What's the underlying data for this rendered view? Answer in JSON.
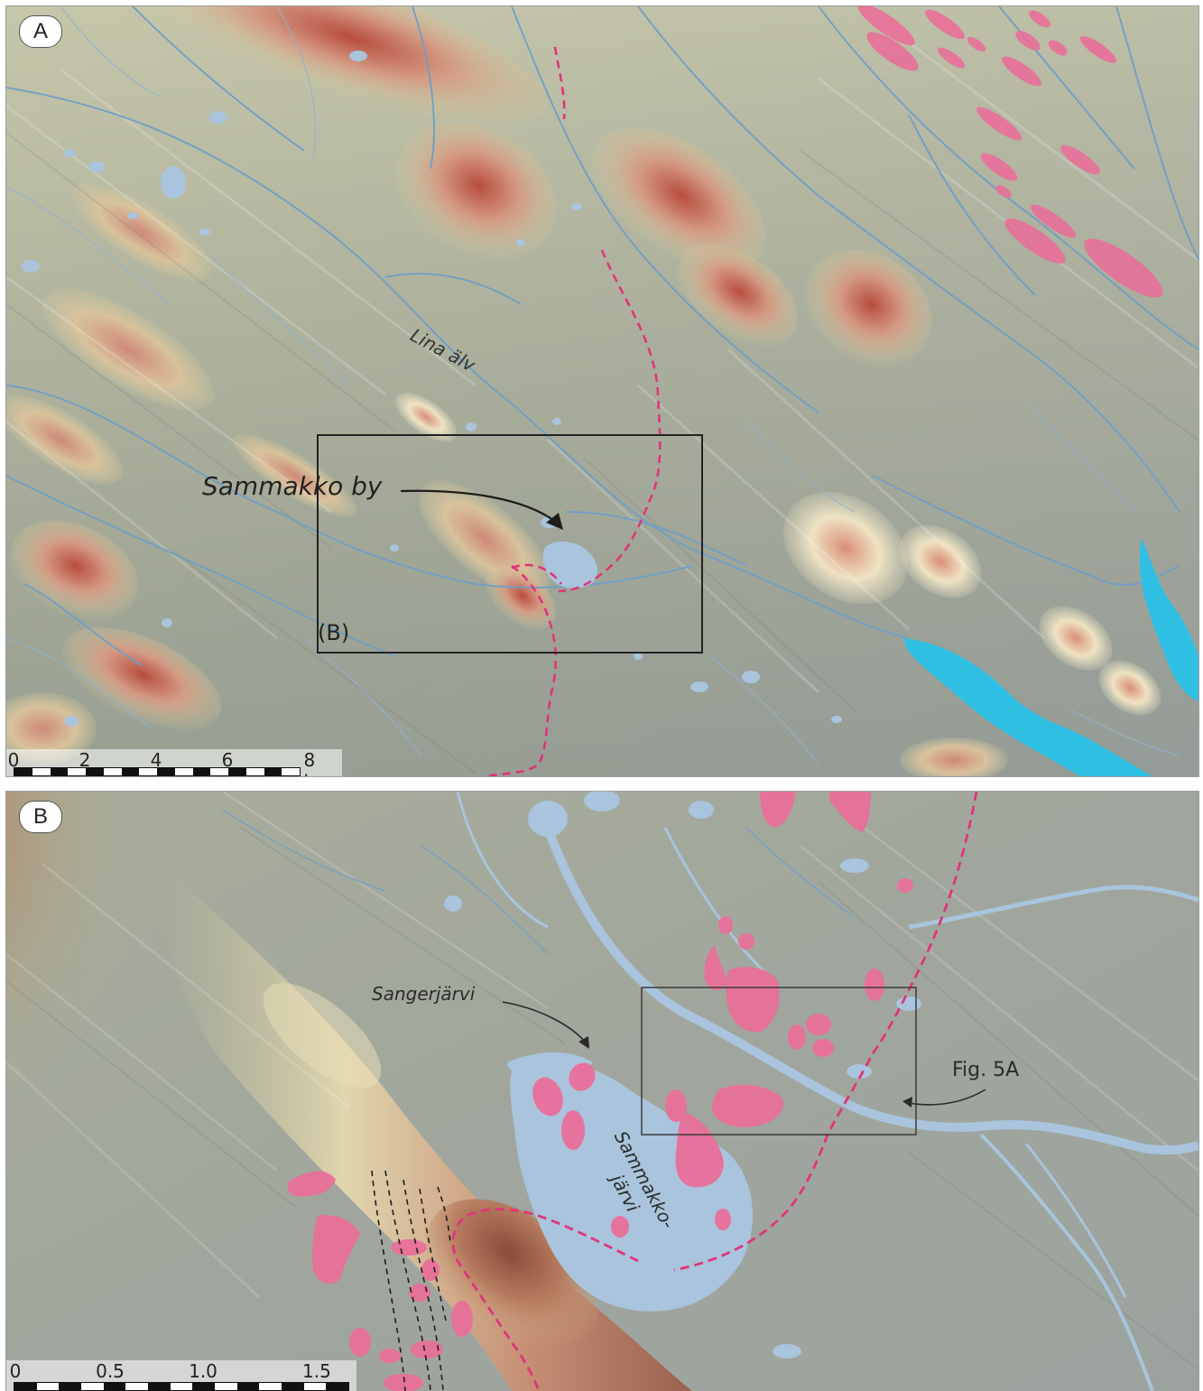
{
  "panels": [
    {
      "label": "A",
      "place_labels": {
        "river": "Lina älv",
        "village": "Sammakko by",
        "inset": "(B)"
      },
      "scale_bar": {
        "ticks": [
          "0",
          "2",
          "4",
          "6",
          "8 km"
        ]
      }
    },
    {
      "label": "B",
      "place_labels": {
        "lake_north": "Sangerjärvi",
        "lake_main_line1": "Sammakko-",
        "lake_main_line2": "järvi",
        "figure_ref": "Fig. 5A"
      },
      "scale_bar": {
        "ticks": [
          "0",
          "0.5",
          "1.0",
          "1.5 km"
        ]
      }
    }
  ],
  "colors": {
    "hill_high": "#b24a3c",
    "hill_mid": "#d9a98c",
    "lowland": "#a4ab9a",
    "water": "#a9c4dc",
    "reservoir": "#2fbfe3",
    "landform": "#e86f99",
    "boundary_line": "#e0357a",
    "frame": "#222222"
  },
  "legend_semantics": {
    "pink_polygons": "landform",
    "dashed_pink_line": "boundary-line",
    "icons": [
      "arrow-icon",
      "dashed-line-icon"
    ]
  }
}
